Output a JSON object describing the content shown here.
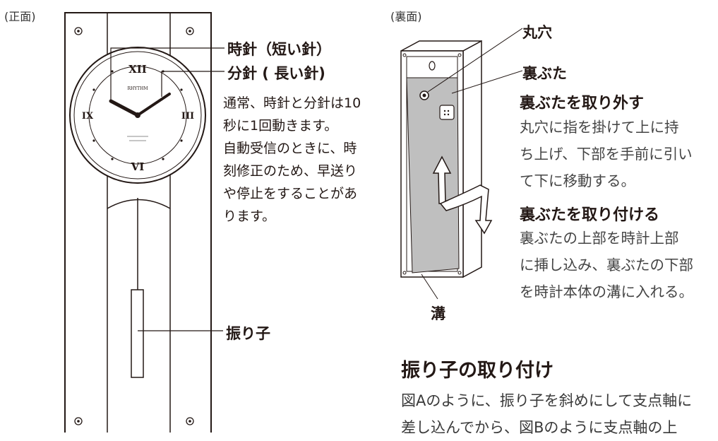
{
  "front": {
    "view_label": "(正面)",
    "brand": "RHYTHM",
    "hour_hand_label": "時針（短い針）",
    "minute_hand_label": "分針 ( 長い針)",
    "pendulum_label": "振り子",
    "dial_numerals": [
      "XII",
      "III",
      "VI",
      "IX"
    ],
    "description_lines": [
      "通常、時針と分針は10",
      "秒に1回動きます。",
      "自動受信のときに、時",
      "刻修正のため、早送り",
      "や停止をすることがあ",
      "ります。"
    ]
  },
  "back": {
    "view_label": "(裏面)",
    "hole_label": "丸穴",
    "cover_label": "裏ぶた",
    "groove_label": "溝",
    "remove": {
      "heading": "裏ぶたを取り外す",
      "lines": [
        "丸穴に指を掛けて上に持",
        "ち上げ、下部を手前に引い",
        "て下に移動する。"
      ]
    },
    "attach": {
      "heading": "裏ぶたを取り付ける",
      "lines": [
        "裏ぶたの上部を時計上部",
        "に挿し込み、裏ぶたの下部",
        "を時計本体の溝に入れる。"
      ]
    }
  },
  "pendulum_section": {
    "title": "振り子の取り付け",
    "lines": [
      "図Aのように、振り子を斜めにして支点軸に",
      "差し込んでから、図Bのように支点軸の上"
    ]
  }
}
